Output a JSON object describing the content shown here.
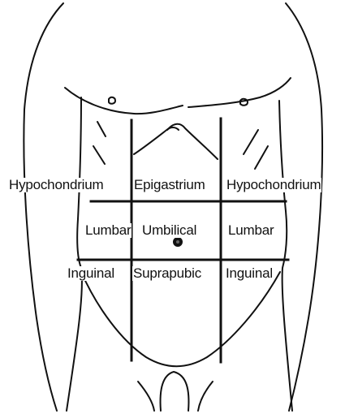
{
  "diagram": {
    "regions": {
      "upper_left": "Hypochondrium",
      "upper_center": "Epigastrium",
      "upper_right": "Hypochondrium",
      "middle_left": "Lumbar",
      "middle_center": "Umbilical",
      "middle_right": "Lumbar",
      "lower_left": "Inguinal",
      "lower_center": "Suprapubic",
      "lower_right": "Inguinal"
    }
  },
  "colors": {
    "line": "#111111",
    "background": "#ffffff"
  }
}
